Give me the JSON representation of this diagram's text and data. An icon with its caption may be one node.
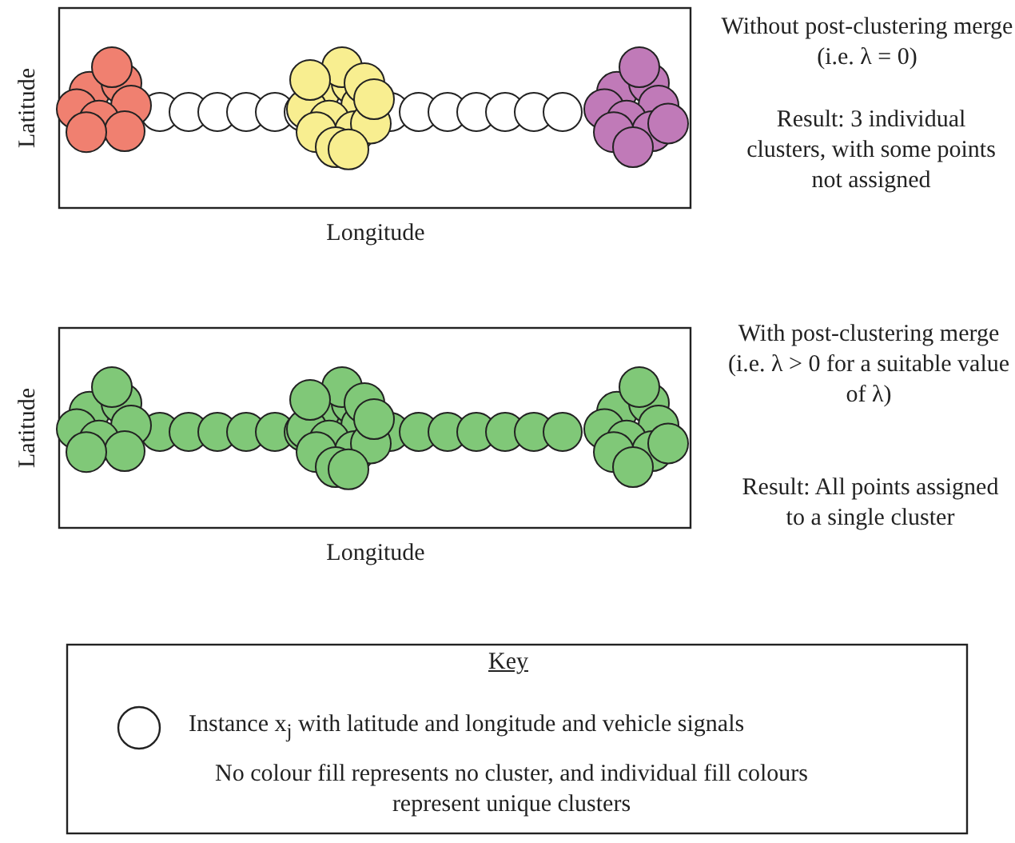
{
  "diagram": {
    "labels": [
      "Latitude",
      "Without post-clustering merge (i.e. λ = 0)",
      "Result: 3 individual clusters, with some points not assigned",
      "Longitude",
      "Latitude",
      "With post-clustering merge (i.e. λ > 0 for a suitable value of λ)",
      "Result: All points assigned to a single cluster",
      "Longitude",
      "Key",
      "No colour fill represents no cluster, and individual fill colours represent unique clusters"
    ],
    "legend": [
      {
        "text": "Instance x$_{j}$ with latitude and longitude and vehicle signals"
      }
    ]
  }
}
